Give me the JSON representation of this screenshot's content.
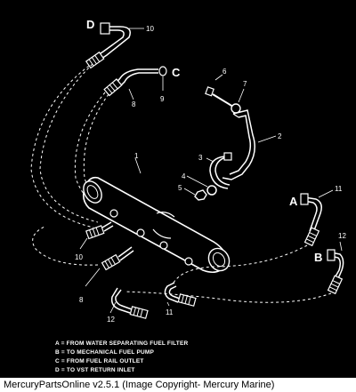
{
  "diagram": {
    "part_numbers": [
      "1",
      "2",
      "3",
      "4",
      "5",
      "6",
      "7",
      "8",
      "9",
      "10",
      "11",
      "12"
    ],
    "connection_letters": [
      "A",
      "B",
      "C",
      "D"
    ],
    "legend": [
      "A = FROM WATER SEPARATING FUEL FILTER",
      "B = TO MECHANICAL FUEL PUMP",
      "C = FROM FUEL RAIL OUTLET",
      "D = TO VST RETURN INLET"
    ]
  },
  "footer": {
    "text": "MercuryPartsOnline v2.5.1 (Image Copyright- Mercury Marine)"
  },
  "colors": {
    "background": "#000000",
    "line": "#ffffff",
    "footer_bg": "#ffffff",
    "footer_text": "#000000"
  }
}
